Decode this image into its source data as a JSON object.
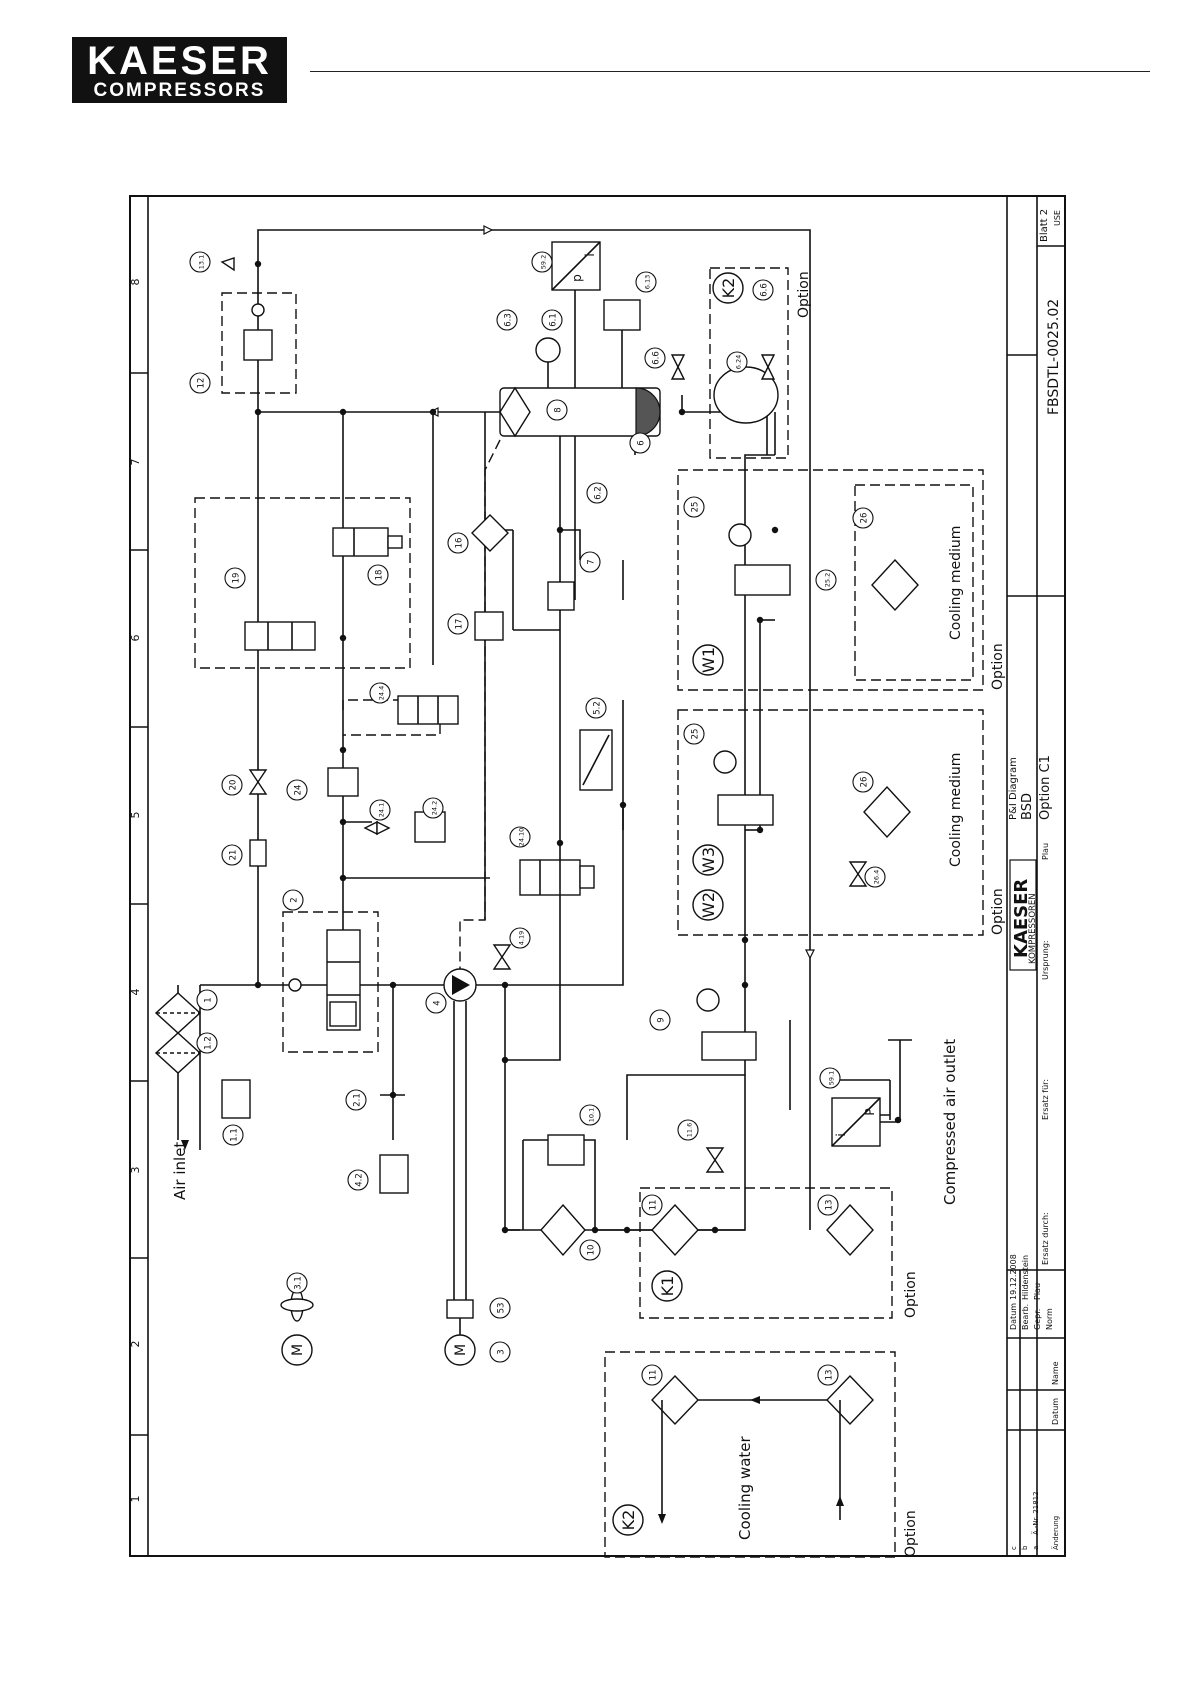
{
  "header": {
    "brand_top": "KAESER",
    "brand_bottom": "COMPRESSORS"
  },
  "diagram": {
    "zone_numbers": [
      "1",
      "2",
      "3",
      "4",
      "5",
      "6",
      "7",
      "8"
    ],
    "labels": {
      "air_inlet": "Air inlet",
      "compressed_air_outlet": "Compressed air outlet",
      "cooling_water": "Cooling water",
      "cooling_medium": "Cooling medium",
      "option": "Option"
    },
    "group_labels": [
      "K1",
      "K2",
      "W1",
      "W2",
      "W3"
    ],
    "tags": [
      "1",
      "1.1",
      "1.2",
      "2",
      "2.1",
      "3",
      "3.1",
      "4",
      "4.2",
      "4.19",
      "5.2",
      "6",
      "6.1",
      "6.2",
      "6.3",
      "6.6",
      "6.13",
      "6.24",
      "7",
      "8",
      "9",
      "10",
      "10.1",
      "11",
      "11.6",
      "12",
      "13",
      "13.1",
      "16",
      "17",
      "18",
      "19",
      "20",
      "21",
      "24",
      "24.1",
      "24.2",
      "24.4",
      "24.10",
      "25",
      "25.2",
      "26",
      "26.4",
      "53",
      "59.1",
      "59.2"
    ],
    "symbol_letters": [
      "M",
      "p",
      "i",
      "P"
    ]
  },
  "title_block": {
    "drawing_number": "FBSDTL-0025.02",
    "sheet": "Blatt 2",
    "sheet_suffix": "USE",
    "title_line1": "P&I Diagram",
    "title_line2": "BSD",
    "title_line3": "Option C1",
    "company_line1": "KAESER",
    "company_line2": "KOMPRESSOREN",
    "plan": "Plau",
    "fields": {
      "datum_label": "Datum",
      "datum_value": "19.12.2008",
      "bearb_label": "Bearb.",
      "bearb_value": "Hildenstein",
      "gepr_label": "Gepr.",
      "gepr_value": "Plau",
      "norm_label": "Norm",
      "name_label": "Name",
      "aenderung_label": "Änderung",
      "ae_nr": "Ä.-Nr. 21812",
      "rev_a": "a",
      "rev_b": "b",
      "rev_c": "c",
      "ursprung": "Ursprung:",
      "ersatz_fuer": "Ersatz für:",
      "ersatz_durch": "Ersatz durch:"
    }
  }
}
